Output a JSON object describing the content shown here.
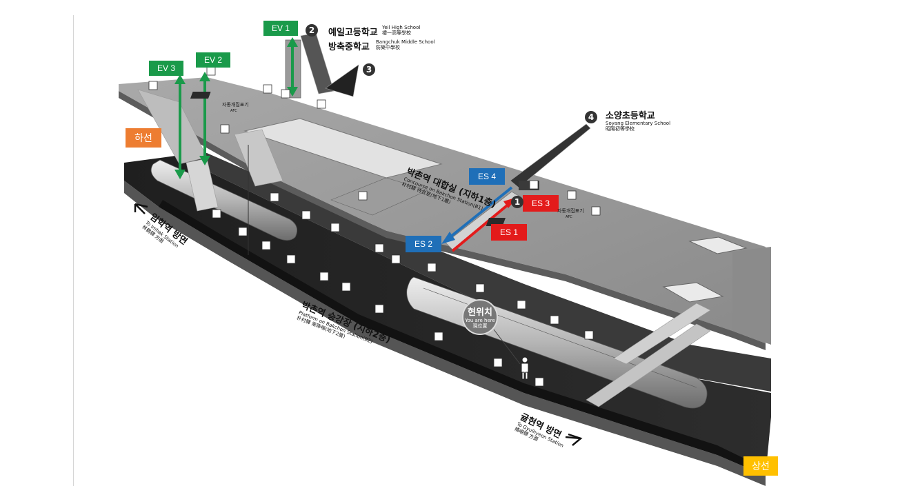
{
  "elevators": [
    "EV 1",
    "EV 2",
    "EV 3"
  ],
  "escalators": {
    "es1": "ES 1",
    "es2": "ES 2",
    "es3": "ES 3",
    "es4": "ES 4"
  },
  "directions": {
    "down": "하선",
    "up": "상선"
  },
  "exits": {
    "e2": {
      "num": "2",
      "school1_ko": "예일고등학교",
      "school1_en": "Yeil High School",
      "school1_hj": "禮一高等學校",
      "school2_ko": "방축중학교",
      "school2_en": "Bangchuk Middle School",
      "school2_hj": "防築中學校"
    },
    "e3": {
      "num": "3"
    },
    "e4": {
      "num": "4",
      "ko": "소양초등학교",
      "en": "Soyang Elementary School",
      "hj": "昭陽初等學校"
    },
    "e1": {
      "num": "1"
    }
  },
  "concourse": {
    "ko": "박촌역 대합실 (지하1층)",
    "en": "Concourse on Bakchon Station(B1)",
    "hj": "朴村驛 待合室(地下1層)"
  },
  "platform": {
    "ko": "박촌역 승강장 (지하2층)",
    "en": "Platform on Bakchon Station(B2)",
    "hj": "朴村驛 乘降場(地下2層)"
  },
  "toward_left": {
    "ko": "임학역 방면",
    "en": "To Imhak Station",
    "hj": "林鶴驛 方面"
  },
  "toward_right": {
    "ko": "귤현역 방면",
    "en": "To Gyulhyeon Station",
    "hj": "橘峴驛 方面"
  },
  "you_are_here": {
    "ko": "현위치",
    "en": "You are here",
    "hj": "現位置"
  },
  "gate_label": {
    "ko": "자동개집표기",
    "en": "AFC"
  },
  "colors": {
    "ev": "#1a9a4a",
    "es_down": "#1f6fb8",
    "es_up": "#e31b1b",
    "down": "#ed7d31",
    "up": "#ffc000"
  }
}
